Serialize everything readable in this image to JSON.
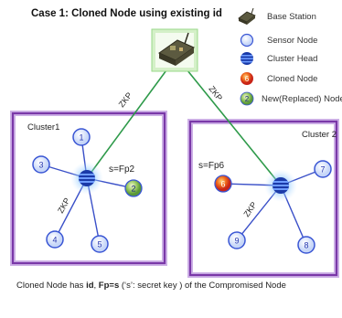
{
  "title": "Case 1:  Cloned Node using existing id",
  "legend": [
    {
      "label": "Base Station",
      "icon": "base-station-icon"
    },
    {
      "label": "Sensor Node",
      "icon": "sensor-node-icon"
    },
    {
      "label": "Cluster Head",
      "icon": "cluster-head-icon"
    },
    {
      "label": "Cloned Node",
      "icon": "cloned-node-icon",
      "number": "6"
    },
    {
      "label": "New(Replaced) Node",
      "icon": "replaced-node-icon",
      "number": "2"
    }
  ],
  "clusters": [
    {
      "label": "Cluster1",
      "link_label": "ZKP",
      "head_link_label": "ZKP",
      "secret_label": "s=Fp2",
      "nodes": [
        {
          "id": "1",
          "kind": "sensor"
        },
        {
          "id": "3",
          "kind": "sensor"
        },
        {
          "id": "4",
          "kind": "sensor"
        },
        {
          "id": "5",
          "kind": "sensor"
        },
        {
          "id": "2",
          "kind": "replaced"
        }
      ]
    },
    {
      "label": "Cluster 2",
      "link_label": "ZKP",
      "head_link_label": "ZKP",
      "secret_label": "s=Fp6",
      "nodes": [
        {
          "id": "7",
          "kind": "sensor"
        },
        {
          "id": "8",
          "kind": "sensor"
        },
        {
          "id": "9",
          "kind": "sensor"
        },
        {
          "id": "6",
          "kind": "cloned"
        }
      ]
    }
  ],
  "caption": {
    "prefix": "Cloned Node has ",
    "bold1": "id",
    "sep": ", ",
    "bold2": "Fp=s",
    "suffix": " (‘s’: secret key ) of the Compromised Node"
  },
  "colors": {
    "cluster_border": "#8040b0",
    "cluster_border_outer": "#c9a8e0",
    "link_green": "#2e9a4a",
    "link_blue": "#3a50c8",
    "sensor_fill": "#dce6fb",
    "sensor_stroke": "#3a56d4",
    "cloned_fill": "#e0401a",
    "replaced_fill": "#8cc05a"
  }
}
